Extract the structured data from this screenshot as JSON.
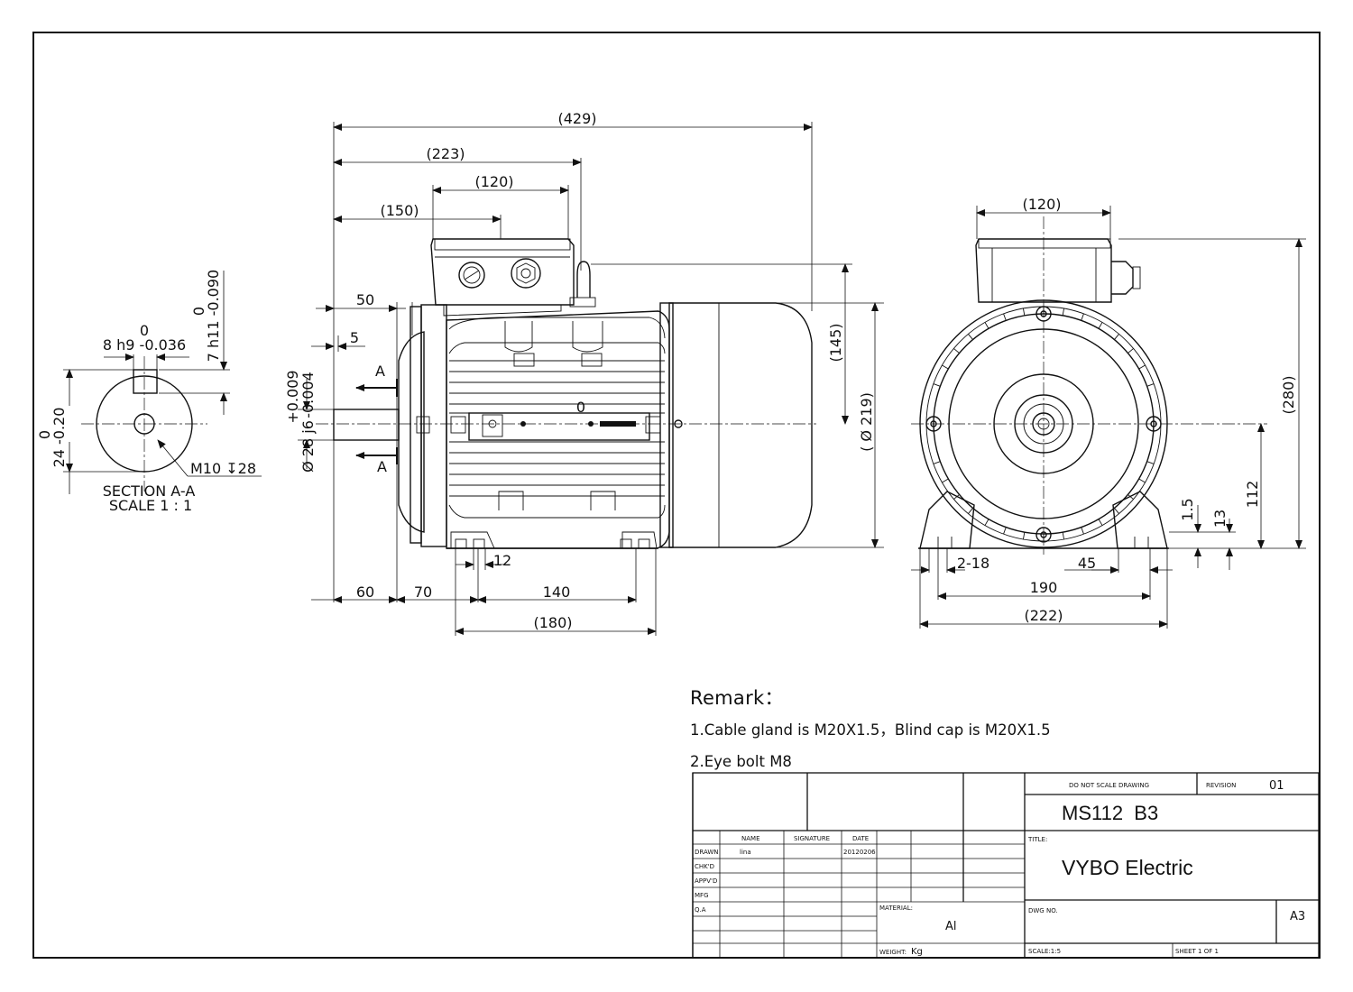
{
  "section": {
    "key_tol": "8 h9 -0.036",
    "key_tol_upper": "0",
    "depth_tol": "7 h11 -0.090",
    "depth_tol_upper": "0",
    "height_tol": "24 -0.20",
    "height_tol_upper": "0",
    "thread": "M10",
    "thread_depth": "28",
    "title": "SECTION A-A",
    "scale": "SCALE 1 : 1"
  },
  "side_view": {
    "overall_length": "(429)",
    "length_223": "(223)",
    "tb_width": "(120)",
    "length_150": "(150)",
    "shaft_length": "50",
    "shoulder": "5",
    "shaft_tol_upper": "+0.009",
    "shaft_tol_lower": "-0.004",
    "shaft_dia": "Ø 28 j6",
    "section_mark": "A",
    "tb_height": "(145)",
    "frame_dia": "( Ø 219)",
    "foot_width": "12",
    "dim_60": "60",
    "dim_70": "70",
    "dim_140": "140",
    "dim_180": "(180)",
    "center_label": "0"
  },
  "end_view": {
    "tb_width": "(120)",
    "overall_height": "(280)",
    "shaft_height": "112",
    "foot_thick_top": "1.5",
    "foot_thick": "13",
    "holes": "2-18",
    "foot_45": "45",
    "bolt_spacing": "190",
    "foot_width": "(222)"
  },
  "remarks": {
    "title": "Remark：",
    "line1": "1.Cable gland is M20X1.5，Blind cap is M20X1.5",
    "line2": "2.Eye bolt M8"
  },
  "title_block": {
    "do_not_scale": "DO NOT SCALE DRAWING",
    "revision_label": "REVISION",
    "revision": "01",
    "part_no": "MS112  B3",
    "title_label": "TITLE:",
    "title": "VYBO Electric",
    "col_name": "NAME",
    "col_signature": "SIGNATURE",
    "col_date": "DATE",
    "row_drawn": "DRAWN",
    "row_chkd": "CHK'D",
    "row_appvd": "APPV'D",
    "row_mfg": "MFG",
    "row_qa": "Q.A",
    "drawn_name": "lina",
    "drawn_date": "20120206",
    "material_label": "MATERIAL:",
    "material": "Al",
    "weight_label": "WEIGHT:",
    "weight": "Kg",
    "dwg_no_label": "DWG NO.",
    "size": "A3",
    "scale_label": "SCALE:1:5",
    "sheet": "SHEET 1 OF 1"
  }
}
